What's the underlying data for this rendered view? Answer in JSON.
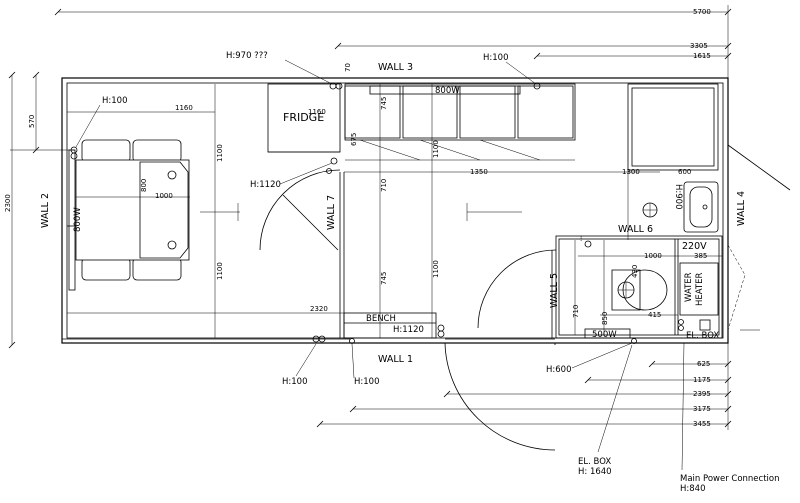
{
  "dims": {
    "top_overall": "5700",
    "d3305": "3305",
    "d1615": "1615",
    "left_overall": "2300",
    "left_570": "570",
    "d1160": "1160",
    "d1100a": "1100",
    "d1100b": "1100",
    "d1100c": "1100",
    "d1100d": "1100",
    "d1160b": "1160",
    "d800": "800",
    "d1000": "1000",
    "d745a": "745",
    "d745b": "745",
    "d710a": "710",
    "d710b": "710",
    "d675": "675",
    "d70": "70",
    "d1350": "1350",
    "d1300": "1300",
    "d600": "600",
    "d1000b": "1000",
    "d385": "385",
    "d2320": "2320",
    "d415": "415",
    "d850": "850",
    "d430": "430",
    "d625": "625",
    "d1175": "1175",
    "d2395": "2395",
    "d3175": "3175",
    "d3455": "3455"
  },
  "walls": {
    "wall1": "WALL 1",
    "wall2": "WALL 2",
    "wall3": "WALL 3",
    "wall4": "WALL 4",
    "wall5": "WALL 5",
    "wall6": "WALL 6",
    "wall7": "WALL 7"
  },
  "labels": {
    "fridge": "FRIDGE",
    "bench": "BENCH",
    "water_heater_1": "WATER",
    "water_heater_2": "HEATER",
    "el_box_small": "EL. BOX",
    "v220": "220V",
    "w800_top": "800W",
    "w800_left": "800W",
    "w500": "500W"
  },
  "heights": {
    "h970": "H:970 ???",
    "h100_top": "H:100",
    "h100_left": "H:100",
    "h1120_a": "H:1120",
    "h1120_b": "H:1120",
    "h900": "H:900",
    "h100_bottom_a": "H:100",
    "h100_bottom_b": "H:100",
    "h600": "H:600",
    "el_box_1": "EL. BOX",
    "el_box_2": "H: 1640",
    "main_power_1": "Main Power Connection",
    "main_power_2": "H:840"
  }
}
